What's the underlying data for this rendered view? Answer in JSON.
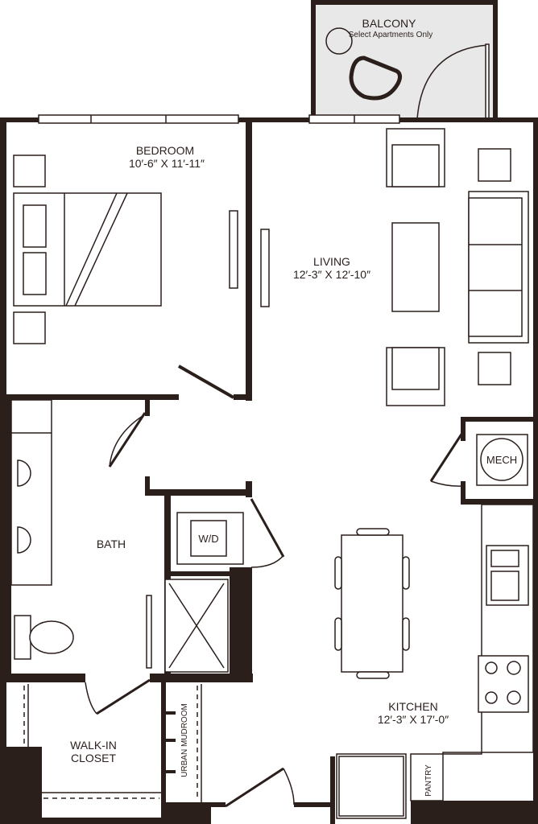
{
  "rooms": {
    "balcony": {
      "name": "BALCONY",
      "note": "Select Apartments Only"
    },
    "bedroom": {
      "name": "BEDROOM",
      "dims": "10′-6″ X 11′-11″"
    },
    "living": {
      "name": "LIVING",
      "dims": "12′-3″ X 12′-10″"
    },
    "bath": {
      "name": "BATH"
    },
    "walkin": {
      "name1": "WALK-IN",
      "name2": "CLOSET"
    },
    "mudroom": {
      "name": "URBAN MUDROOM"
    },
    "kitchen": {
      "name": "KITCHEN",
      "dims": "12′-3″ X 17′-0″"
    },
    "pantry": {
      "name": "PANTRY"
    }
  },
  "fixtures": {
    "mech": "MECH",
    "washer_dryer": "W/D"
  },
  "colors": {
    "wall": "#2b1f1c",
    "balcony_fill": "#e8e8e8"
  }
}
